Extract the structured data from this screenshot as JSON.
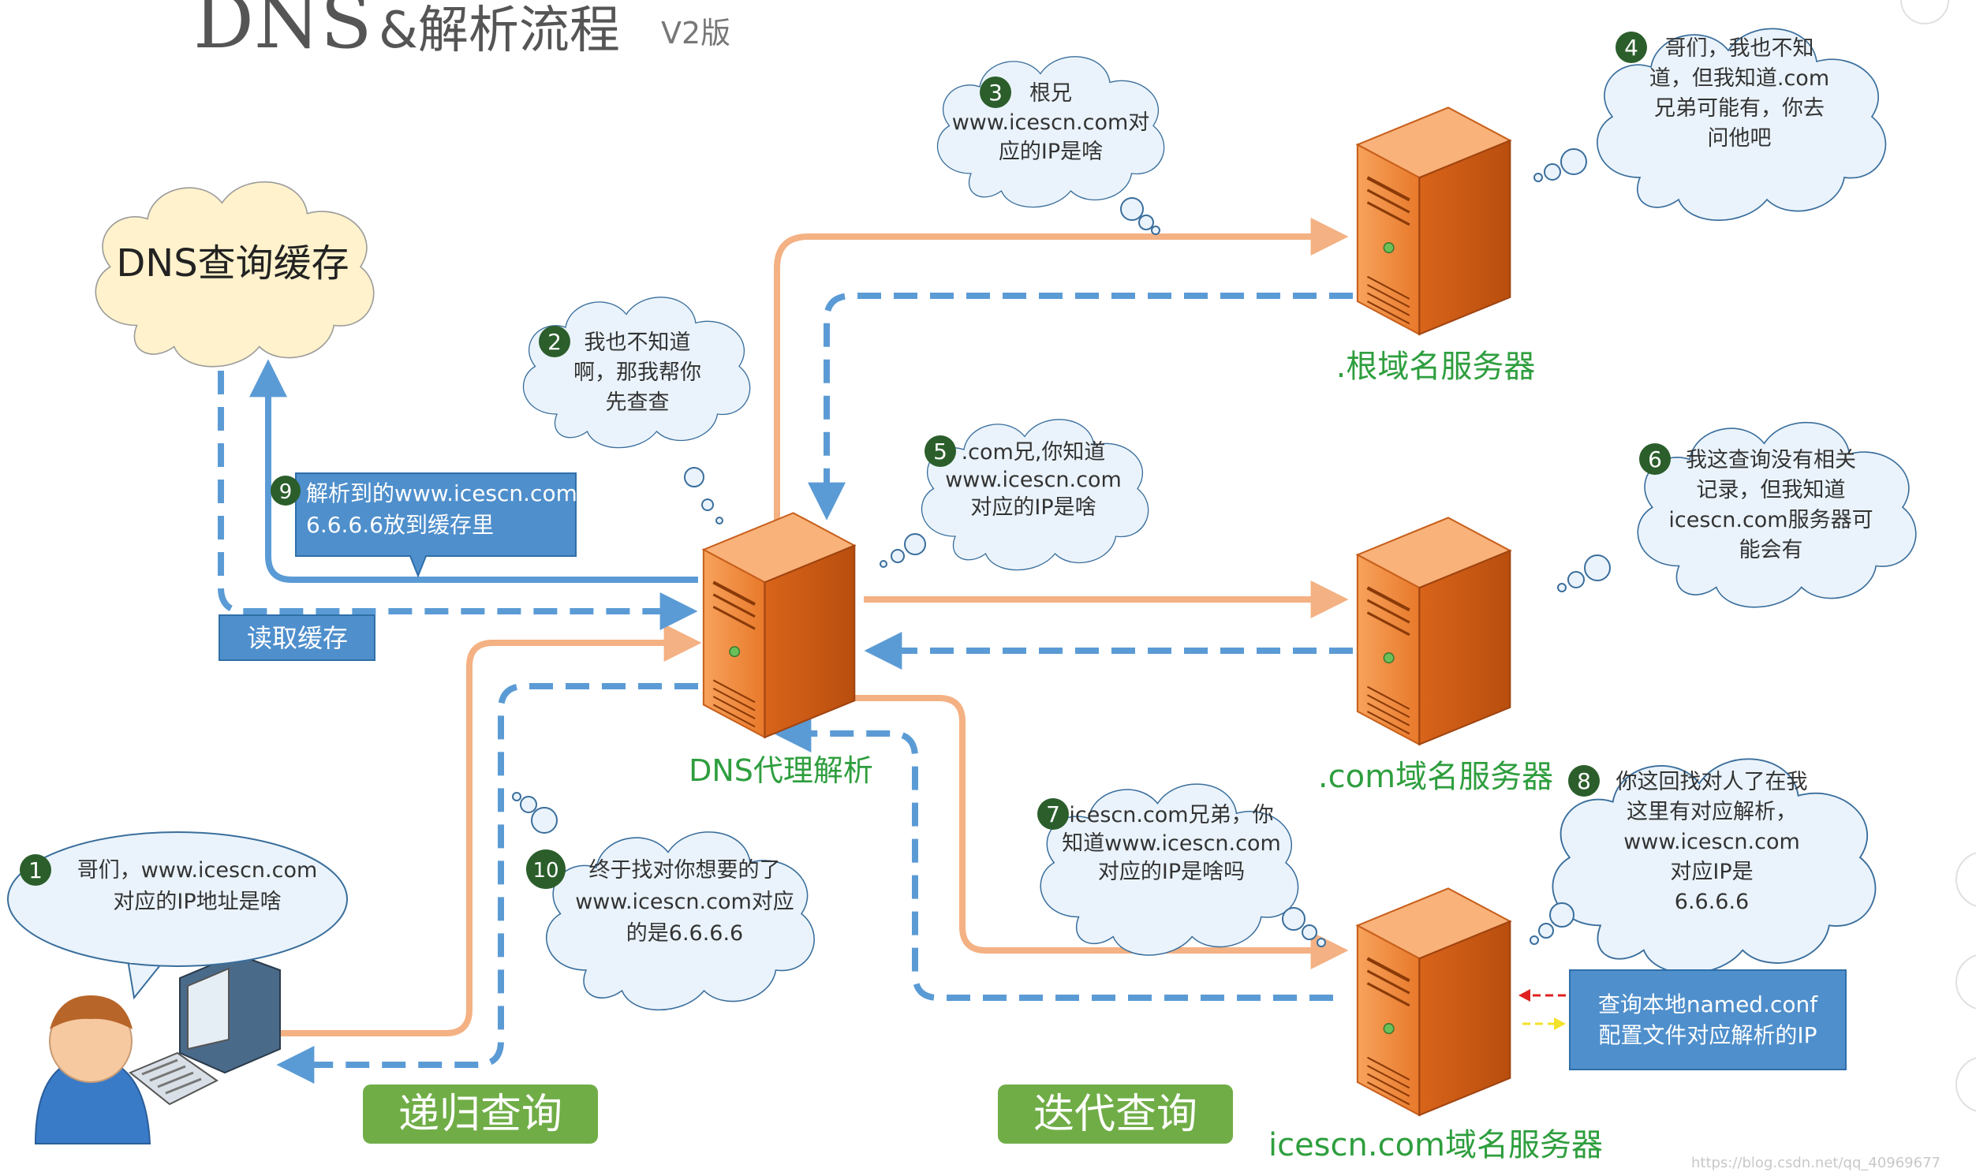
{
  "title": {
    "dns": "DNS",
    "rest": "&解析流程",
    "version": "V2版"
  },
  "cache_cloud": {
    "label": "DNS查询缓存"
  },
  "servers": {
    "proxy": "DNS代理解析",
    "root": ".根域名服务器",
    "com": ".com域名服务器",
    "icescn": "icescn.com域名服务器"
  },
  "bubbles": [
    {
      "num": "1",
      "lines": [
        "哥们，www.icescn.com",
        "对应的IP地址是啥"
      ]
    },
    {
      "num": "2",
      "lines": [
        "我也不知道",
        "啊，那我帮你",
        "先查查"
      ]
    },
    {
      "num": "3",
      "lines": [
        "根兄",
        "www.icescn.com对",
        "应的IP是啥"
      ]
    },
    {
      "num": "4",
      "lines": [
        "哥们，我也不知",
        "道，但我知道.com",
        "兄弟可能有，你去",
        "问他吧"
      ]
    },
    {
      "num": "5",
      "lines": [
        ".com兄,你知道",
        "www.icescn.com",
        "对应的IP是啥"
      ]
    },
    {
      "num": "6",
      "lines": [
        "我这查询没有相关",
        "记录，但我知道",
        "icescn.com服务器可",
        "能会有"
      ]
    },
    {
      "num": "7",
      "lines": [
        "icescn.com兄弟，你",
        "知道www.icescn.com",
        "对应的IP是啥吗"
      ]
    },
    {
      "num": "8",
      "lines": [
        "你这回找对人了在我",
        "这里有对应解析，",
        "www.icescn.com",
        "对应IP是",
        "6.6.6.6"
      ]
    },
    {
      "num": "10",
      "lines": [
        "终于找对你想要的了",
        "www.icescn.com对应",
        "的是6.6.6.6"
      ]
    }
  ],
  "callouts": {
    "cache_store": {
      "num": "9",
      "lines": [
        "解析到的www.icescn.com",
        "6.6.6.6放到缓存里"
      ]
    },
    "read_cache": "读取缓存",
    "named_conf": [
      "查询本地named.conf",
      "配置文件对应解析的IP"
    ]
  },
  "labels": {
    "recursive": "递归查询",
    "iterative": "迭代查询"
  },
  "watermark": "https://blog.csdn.net/qq_40969677",
  "colors": {
    "request_arrow": "#F4B183",
    "response_arrow": "#5B9BD5",
    "server_orange": "#E67E22",
    "green_text": "#2E9E3E",
    "badge": "#2B5E2B",
    "callout_blue": "#4F8FCC",
    "label_green": "#70AD47",
    "cloud_fill": "#FFF2CC"
  }
}
